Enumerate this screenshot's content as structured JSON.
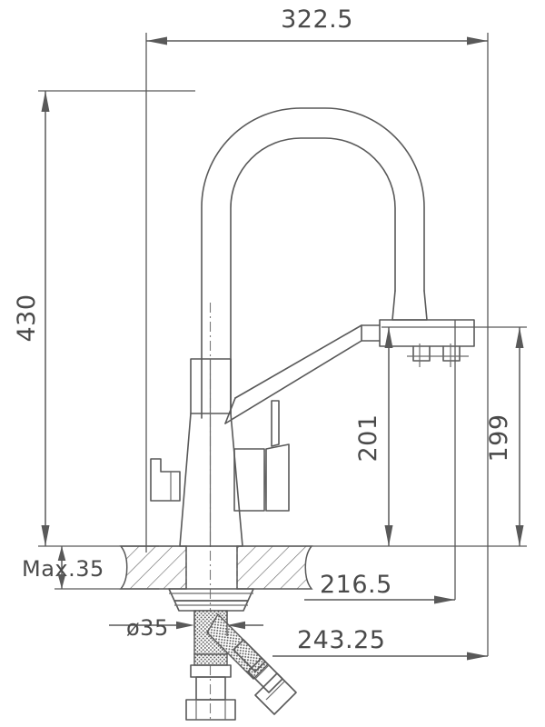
{
  "drawing": {
    "title": "Kitchen Faucet Dimensional Drawing",
    "units": "mm",
    "line_color": "#595959",
    "text_color": "#4a4a4a",
    "background": "#ffffff"
  },
  "dimensions": {
    "overall_width": "322.5",
    "overall_height": "430",
    "spout_height": "201",
    "right_height": "199",
    "reach_inner": "216.5",
    "reach_outer": "243.25",
    "max_thickness": "Max.35",
    "hole_diameter": "ø35"
  },
  "labels": [
    {
      "id": "width-top",
      "text": "322.5",
      "orientation": "horizontal"
    },
    {
      "id": "height-left",
      "text": "430",
      "orientation": "vertical"
    },
    {
      "id": "spout-height",
      "text": "201",
      "orientation": "vertical"
    },
    {
      "id": "right-height",
      "text": "199",
      "orientation": "vertical"
    },
    {
      "id": "reach-inner",
      "text": "216.5",
      "orientation": "horizontal"
    },
    {
      "id": "reach-outer",
      "text": "243.25",
      "orientation": "horizontal"
    },
    {
      "id": "max-thickness",
      "text": "Max.35",
      "orientation": "horizontal"
    },
    {
      "id": "hole-diameter",
      "text": "ø35",
      "orientation": "horizontal"
    }
  ],
  "parts": [
    {
      "name": "gooseneck-spout-arc"
    },
    {
      "name": "spout-outlet"
    },
    {
      "name": "tapered-body"
    },
    {
      "name": "side-lever-handle"
    },
    {
      "name": "front-lever-handle"
    },
    {
      "name": "countertop-section"
    },
    {
      "name": "threaded-shank"
    },
    {
      "name": "mounting-nut"
    },
    {
      "name": "supply-hose-connectors"
    }
  ]
}
